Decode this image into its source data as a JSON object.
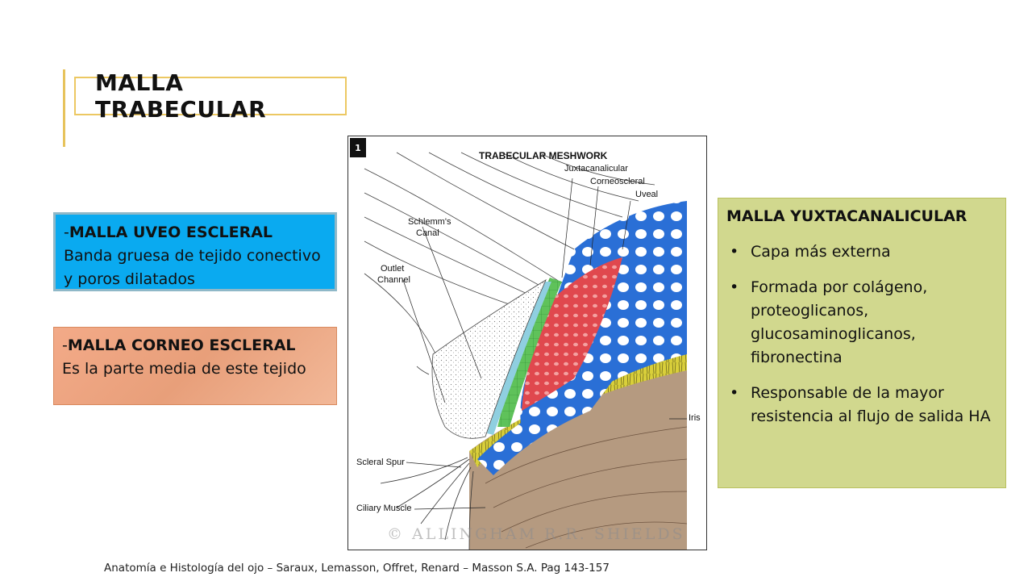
{
  "title": "MALLA TRABECULAR",
  "uveo": {
    "prefix": "-",
    "heading": "MALLA UVEO ESCLERAL",
    "line1": "Banda gruesa de tejido conectivo",
    "line2": "y poros dilatados"
  },
  "corneo": {
    "prefix": "-",
    "heading": "MALLA CORNEO ESCLERAL",
    "line1": "Es la parte media de  este tejido"
  },
  "figure": {
    "number": "1",
    "title": "TRABECULAR MESHWORK",
    "labels": {
      "juxtacanalicular": "Juxtacanalicular",
      "corneoscleral": "Corneoscleral",
      "uveal": "Uveal",
      "schlemm1": "Schlemm's",
      "schlemm2": "Canal",
      "outlet1": "Outlet",
      "outlet2": "Channel",
      "iris": "Iris",
      "scleral_spur": "Scleral Spur",
      "ciliary_muscle": "Ciliary Muscle"
    },
    "watermark": "© ALLINGHAM R.R. SHIELDS",
    "colors": {
      "uveal": "#2a6fd6",
      "corneoscleral": "#e0484e",
      "juxtacanalicular": "#4cb84a",
      "schlemm": "#8fcfe0",
      "iris": "#b59a80",
      "ciliary": "#d9cf3a"
    }
  },
  "yuxta": {
    "heading": "MALLA YUXTACANALICULAR",
    "bullets": [
      "Capa más externa",
      "Formada por colágeno, proteoglicanos, glucosaminoglicanos, fibronectina",
      "Responsable de la mayor resistencia al flujo de salida HA"
    ]
  },
  "citation": "Anatomía e Histología del ojo – Saraux, Lemasson, Offret, Renard – Masson S.A. Pag 143-157",
  "colors": {
    "accent_gold": "#e7c35c",
    "uveo_box": "#0aaaf0",
    "corneo_box": "#f0a884",
    "yuxta_box": "#d1d88e"
  }
}
